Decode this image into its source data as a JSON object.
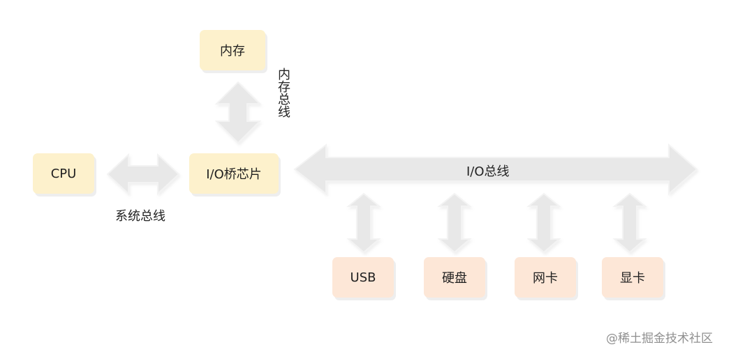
{
  "boxes": {
    "cpu": "CPU",
    "memory": "内存",
    "io_bridge": "I/O桥芯片",
    "usb": "USB",
    "hard_disk": "硬盘",
    "network_card": "网卡",
    "graphics_card": "显卡"
  },
  "labels": {
    "memory_bus": "内存总线",
    "system_bus": "系统总线",
    "io_bus": "I/O总线"
  },
  "watermark": "@稀土掘金技术社区",
  "colors": {
    "yellow_box": "#fdf1cc",
    "orange_box": "#fde7d7",
    "arrow_fill": "#e8e8e8",
    "arrow_stroke": "#f2f2f2"
  }
}
